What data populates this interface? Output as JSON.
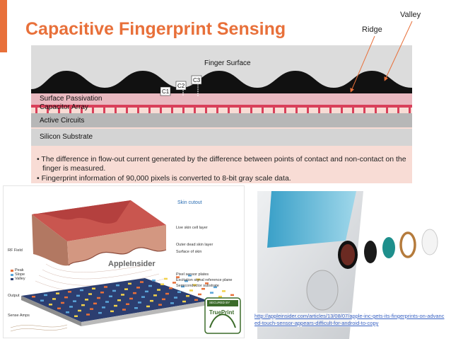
{
  "slide": {
    "title": "Capacitive Fingerprint Sensing",
    "accent_color": "#e8703a",
    "labels": {
      "ridge": "Ridge",
      "valley": "Valley"
    }
  },
  "main_diagram": {
    "finger_surface": "Finger Surface",
    "capacitors": [
      "C1",
      "C2",
      "C3"
    ],
    "layers": [
      "Surface Passivation",
      "Capacitor Array",
      "Active Circuits",
      "Silicon Substrate"
    ],
    "bullets": [
      "The difference in flow-out current generated by the difference between points of contact and non-contact on the finger is measured.",
      "Fingerprint information of 90,000 pixels is converted to 8-bit gray scale data."
    ]
  },
  "sensor_diagram": {
    "title": "Skin cutout",
    "watermark": "AppleInsider",
    "right_labels": [
      "Live skin cell layer",
      "Outer dead skin layer",
      "Surface of skin",
      "Pixel sensor plates",
      "Excitation signal reference plane",
      "Semiconductor substrate"
    ],
    "left_labels": [
      "RF Field",
      "Output",
      "Sense Amps"
    ],
    "legend": [
      "Peak",
      "Slope",
      "Valley"
    ],
    "badge": {
      "top": "SECURED BY",
      "name": "TruePrint"
    }
  },
  "photo": {
    "icon": "touch-id-sensor-exploded-photo"
  },
  "source": {
    "url": "http://appleinsider.com/articles/13/08/07/apple-inc-gets-its-fingerprints-on-advanced-touch-sensor-appears-difficult-for-android-to-copy"
  }
}
